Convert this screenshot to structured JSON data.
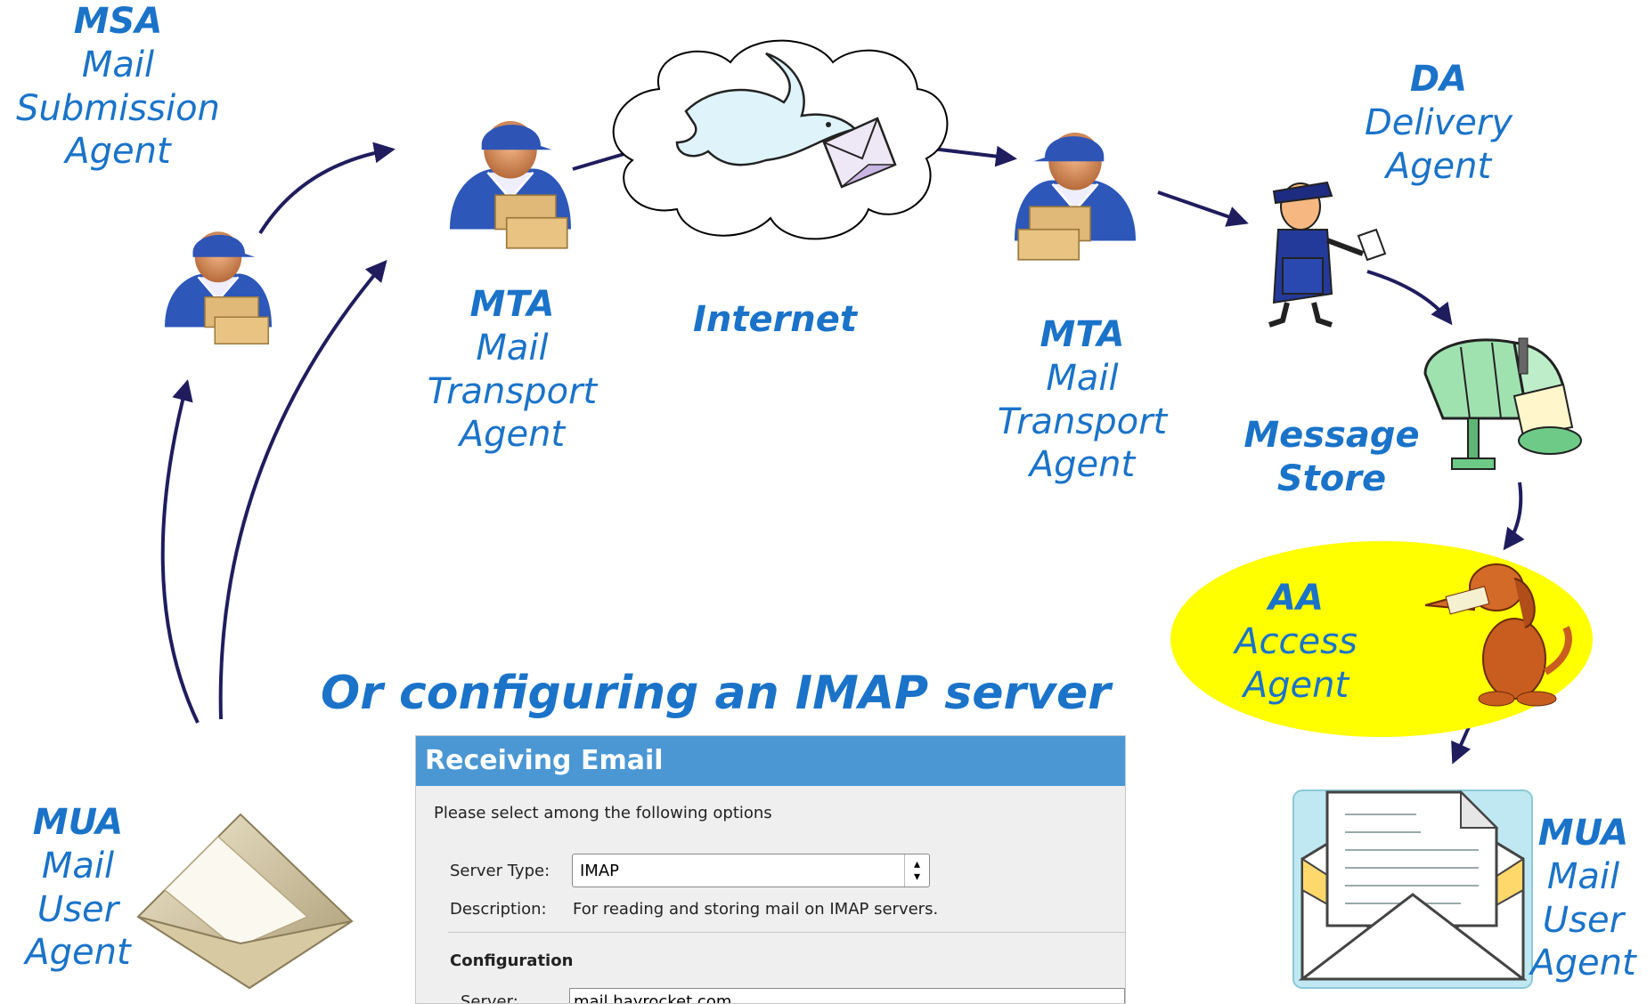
{
  "labels": {
    "msa": {
      "abbr": "MSA",
      "lines": [
        "Mail",
        "Submission",
        "Agent"
      ]
    },
    "mta1": {
      "abbr": "MTA",
      "lines": [
        "Mail",
        "Transport",
        "Agent"
      ]
    },
    "internet": "Internet",
    "mta2": {
      "abbr": "MTA",
      "lines": [
        "Mail",
        "Transport",
        "Agent"
      ]
    },
    "da": {
      "abbr": "DA",
      "lines": [
        "Delivery",
        "Agent"
      ]
    },
    "store": [
      "Message",
      "Store"
    ],
    "aa": {
      "abbr": "AA",
      "lines": [
        "Access",
        "Agent"
      ]
    },
    "mua_left": {
      "abbr": "MUA",
      "lines": [
        "Mail",
        "User",
        "Agent"
      ]
    },
    "mua_right": {
      "abbr": "MUA",
      "lines": [
        "Mail",
        "User",
        "Agent"
      ]
    },
    "imap_heading": "Or configuring an IMAP server"
  },
  "panel": {
    "title": "Receiving Email",
    "prompt": "Please select among the following options",
    "server_type_label": "Server Type:",
    "server_type_value": "IMAP",
    "description_label": "Description:",
    "description_value": "For reading and storing mail on IMAP servers.",
    "config_heading": "Configuration",
    "server_label": "Server:",
    "server_value": "mail.hayrocket.com"
  },
  "colors": {
    "label_blue": "#1a73c9",
    "arrow": "#1f1d5e",
    "aa_ellipse": "#ffff00",
    "panel_header": "#4a97d4"
  },
  "icons": [
    "msa-worker-icon",
    "mta-worker-icon",
    "cloud-icon",
    "bird-letter-icon",
    "mailman-icon",
    "mailbox-icon",
    "dog-icon",
    "envelope-open-icon",
    "envelope-letter-icon"
  ]
}
